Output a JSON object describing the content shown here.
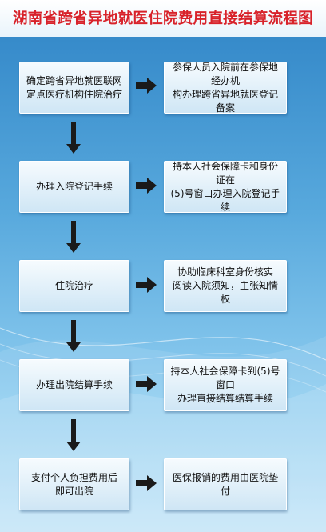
{
  "title": "湖南省跨省异地就医住院费用直接结算流程图",
  "steps": [
    {
      "left": "确定跨省异地就医联网\n定点医疗机构住院治疗",
      "right": "参保人员入院前在参保地经办机\n构办理跨省异地就医登记备案"
    },
    {
      "left": "办理入院登记手续",
      "right": "持本人社会保障卡和身份证在\n(5)号窗口办理入院登记手续"
    },
    {
      "left": "住院治疗",
      "right": "协助临床科室身份核实\n阅读入院须知，主张知情权"
    },
    {
      "left": "办理出院结算手续",
      "right": "持本人社会保障卡到(5)号窗口\n办理直接结算结算手续"
    },
    {
      "left": "支付个人负担费用后\n即可出院",
      "right": "医保报销的费用由医院垫付"
    }
  ],
  "colors": {
    "title": "#d8222a",
    "arrow": "#1a1a1a",
    "background_top": "#2f84c6",
    "background_bottom": "#bfe3f7"
  }
}
